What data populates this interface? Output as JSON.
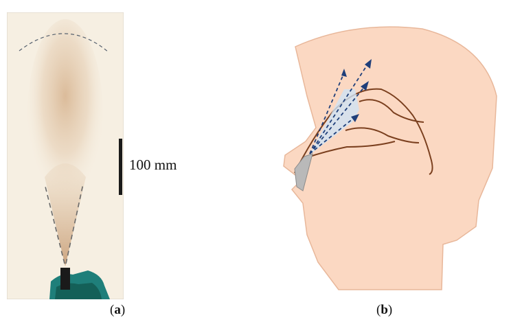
{
  "panel_a": {
    "scale_bar_label": "100 mm",
    "caption": {
      "open": "(",
      "letter": "a",
      "close": ")"
    }
  },
  "panel_b": {
    "caption": {
      "open": "(",
      "letter": "b",
      "close": ")"
    }
  },
  "colors": {
    "photo_background": "#f6efe2",
    "plume": "#d9b896",
    "skin": "#fbd8c2",
    "skin_outline": "#e8b79a",
    "anatomy_line": "#7a3f1e",
    "spray_arrows": "#1f3f7a",
    "nozzle": "#b9b9b9",
    "glove": "#1f7f7a"
  }
}
